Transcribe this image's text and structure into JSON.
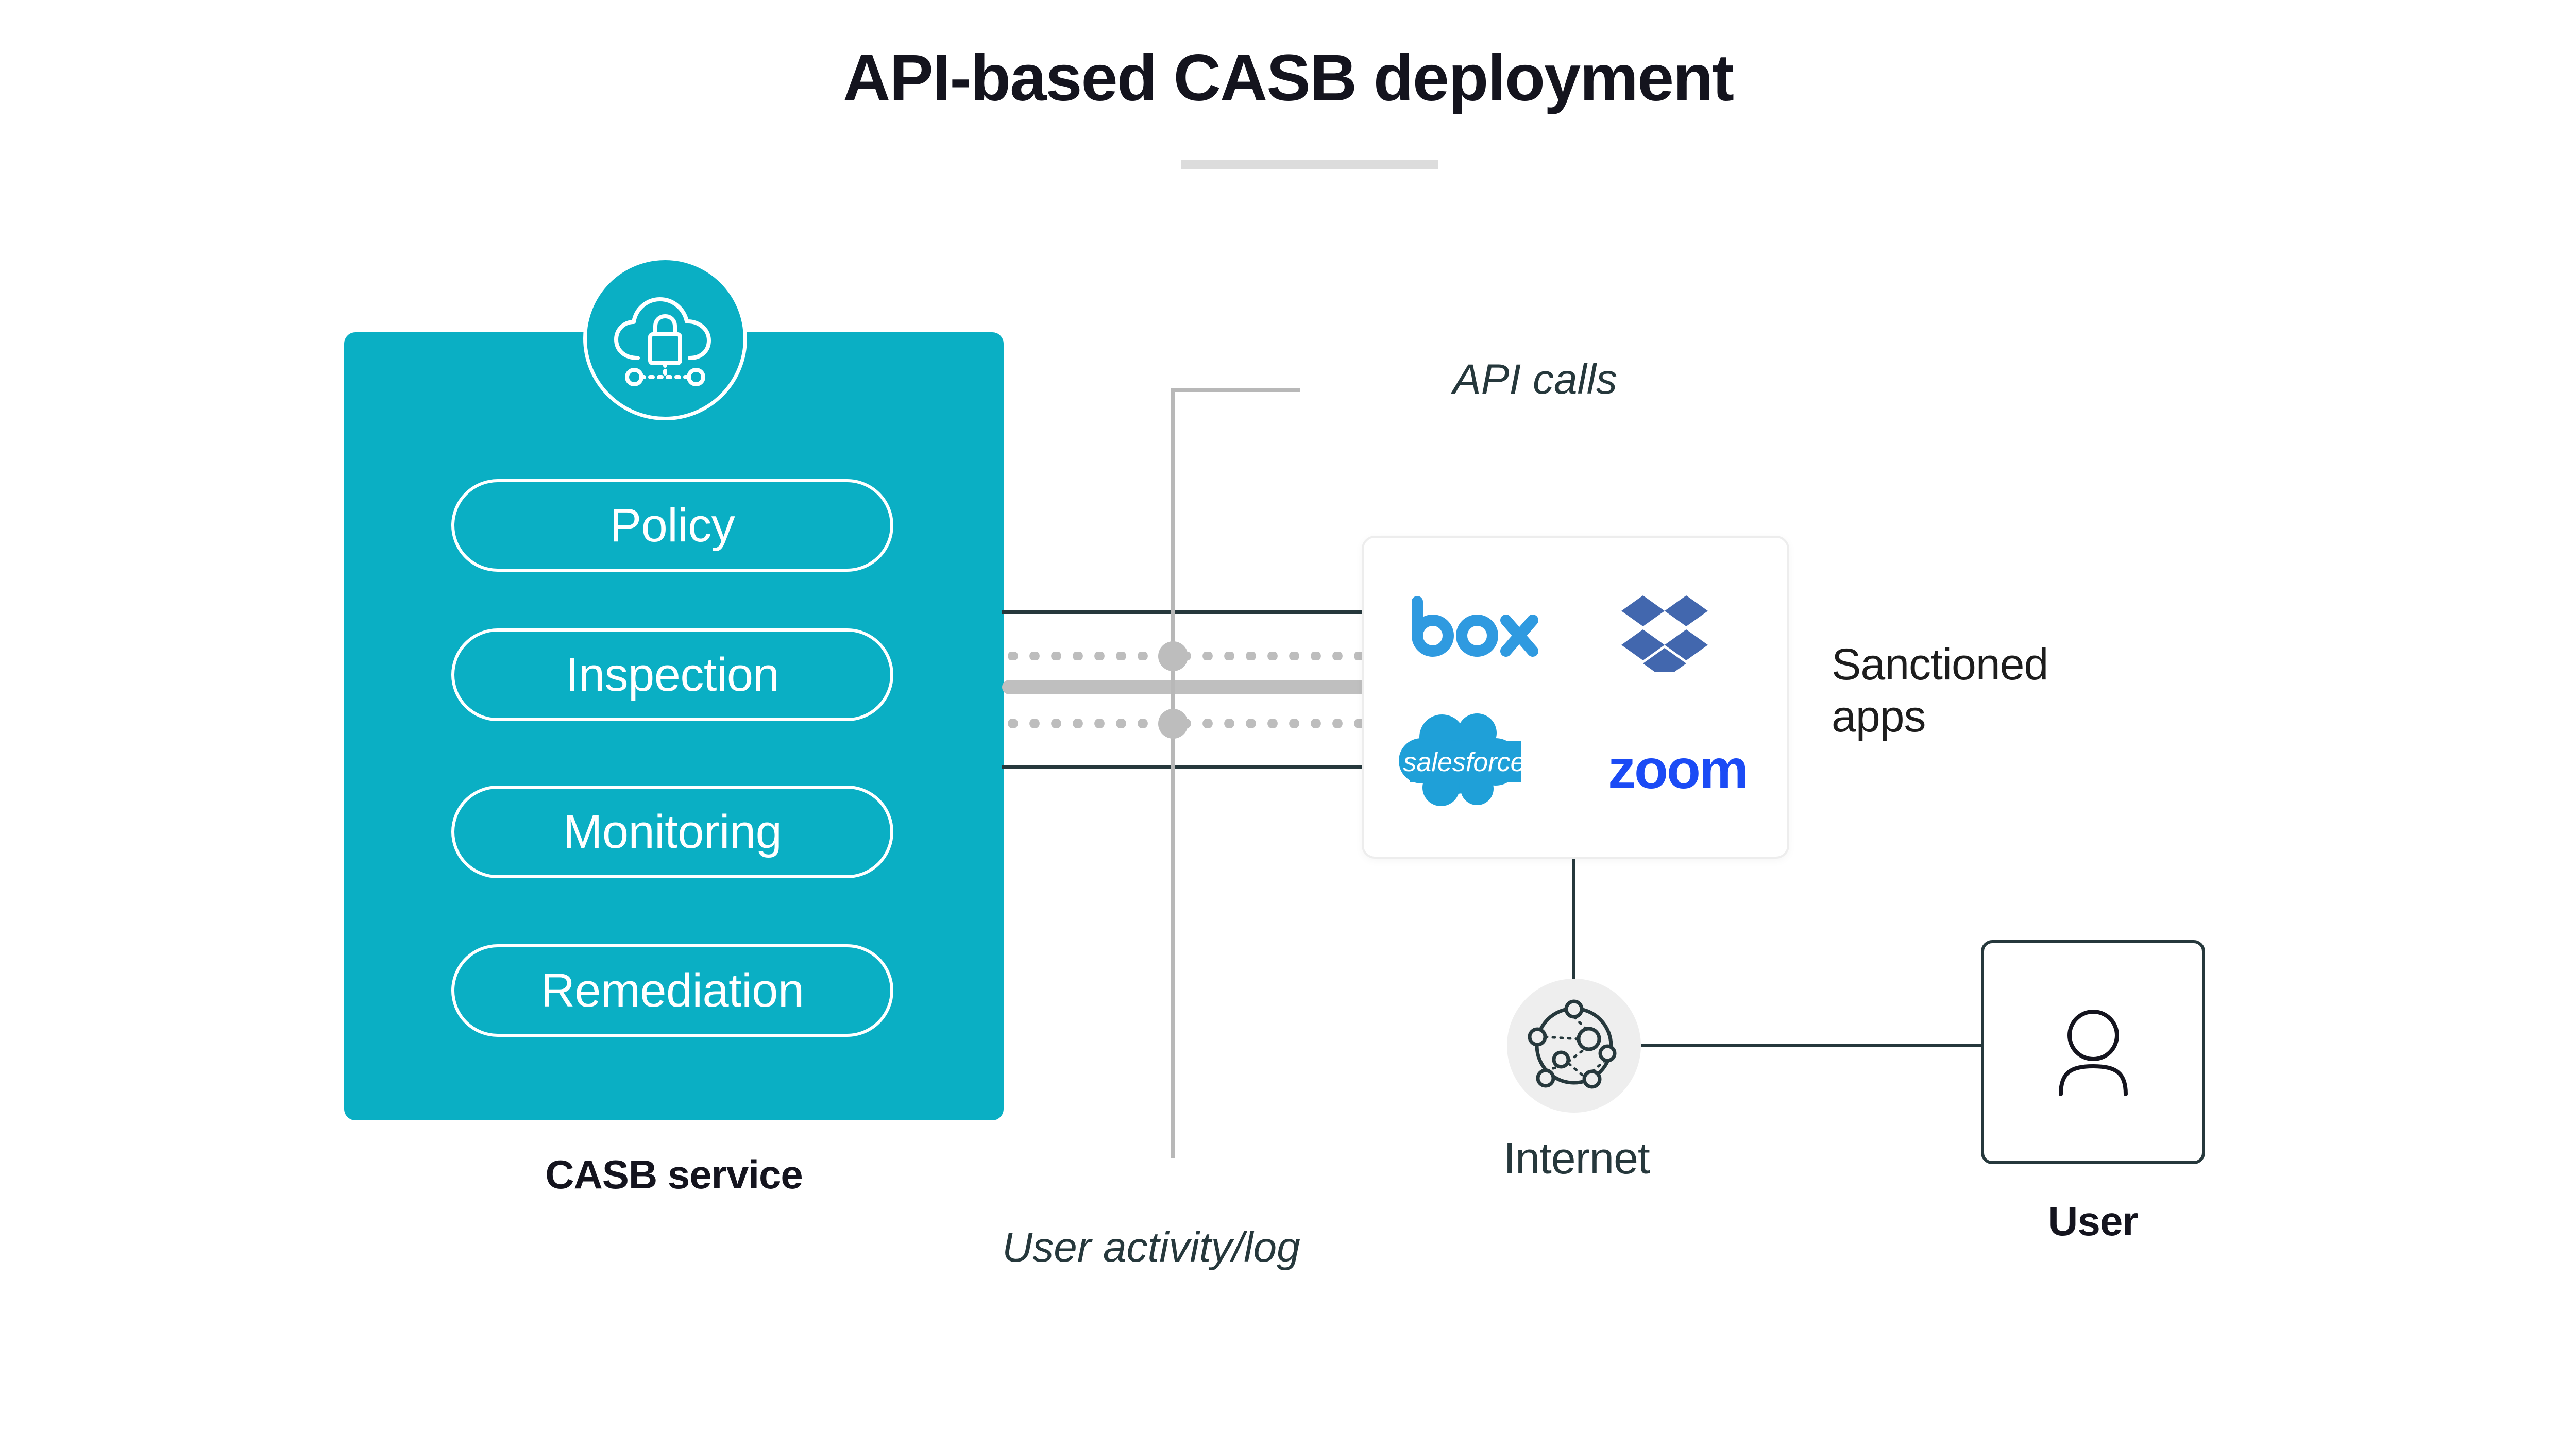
{
  "page": {
    "title": "API-based CASB deployment",
    "background_color": "#ffffff",
    "divider_color": "#dcdcdc"
  },
  "colors": {
    "casb_teal": "#0aafc4",
    "dark_slate": "#26383c",
    "text_black": "#14141e",
    "line_gray": "#b8b8b8",
    "dot_gray": "#bdbdbd",
    "thick_line_gray": "#bfbfbf",
    "box_border_gray": "#ededed",
    "internet_circle_gray": "#eeeeee",
    "box_logo_blue": "#2f9ae0",
    "dropbox_blue": "#4267ae",
    "salesforce_blue": "#1fa0d8",
    "zoom_blue": "#1b4bf5"
  },
  "casb": {
    "label": "CASB service",
    "icon": "cloud-lock-icon",
    "capabilities": [
      {
        "label": "Policy"
      },
      {
        "label": "Inspection"
      },
      {
        "label": "Monitoring"
      },
      {
        "label": "Remediation"
      }
    ]
  },
  "flows": {
    "api_calls_label": "API calls",
    "user_activity_label": "User activity/log"
  },
  "apps": {
    "group_label_line1": "Sanctioned",
    "group_label_line2": "apps",
    "group_label": "Sanctioned apps",
    "items": [
      {
        "name": "box",
        "logo": "box-logo"
      },
      {
        "name": "Dropbox",
        "logo": "dropbox-logo"
      },
      {
        "name": "salesforce",
        "logo": "salesforce-logo"
      },
      {
        "name": "zoom",
        "logo": "zoom-logo"
      }
    ]
  },
  "internet": {
    "label": "Internet",
    "icon": "network-globe-icon"
  },
  "user": {
    "label": "User",
    "icon": "person-icon"
  }
}
